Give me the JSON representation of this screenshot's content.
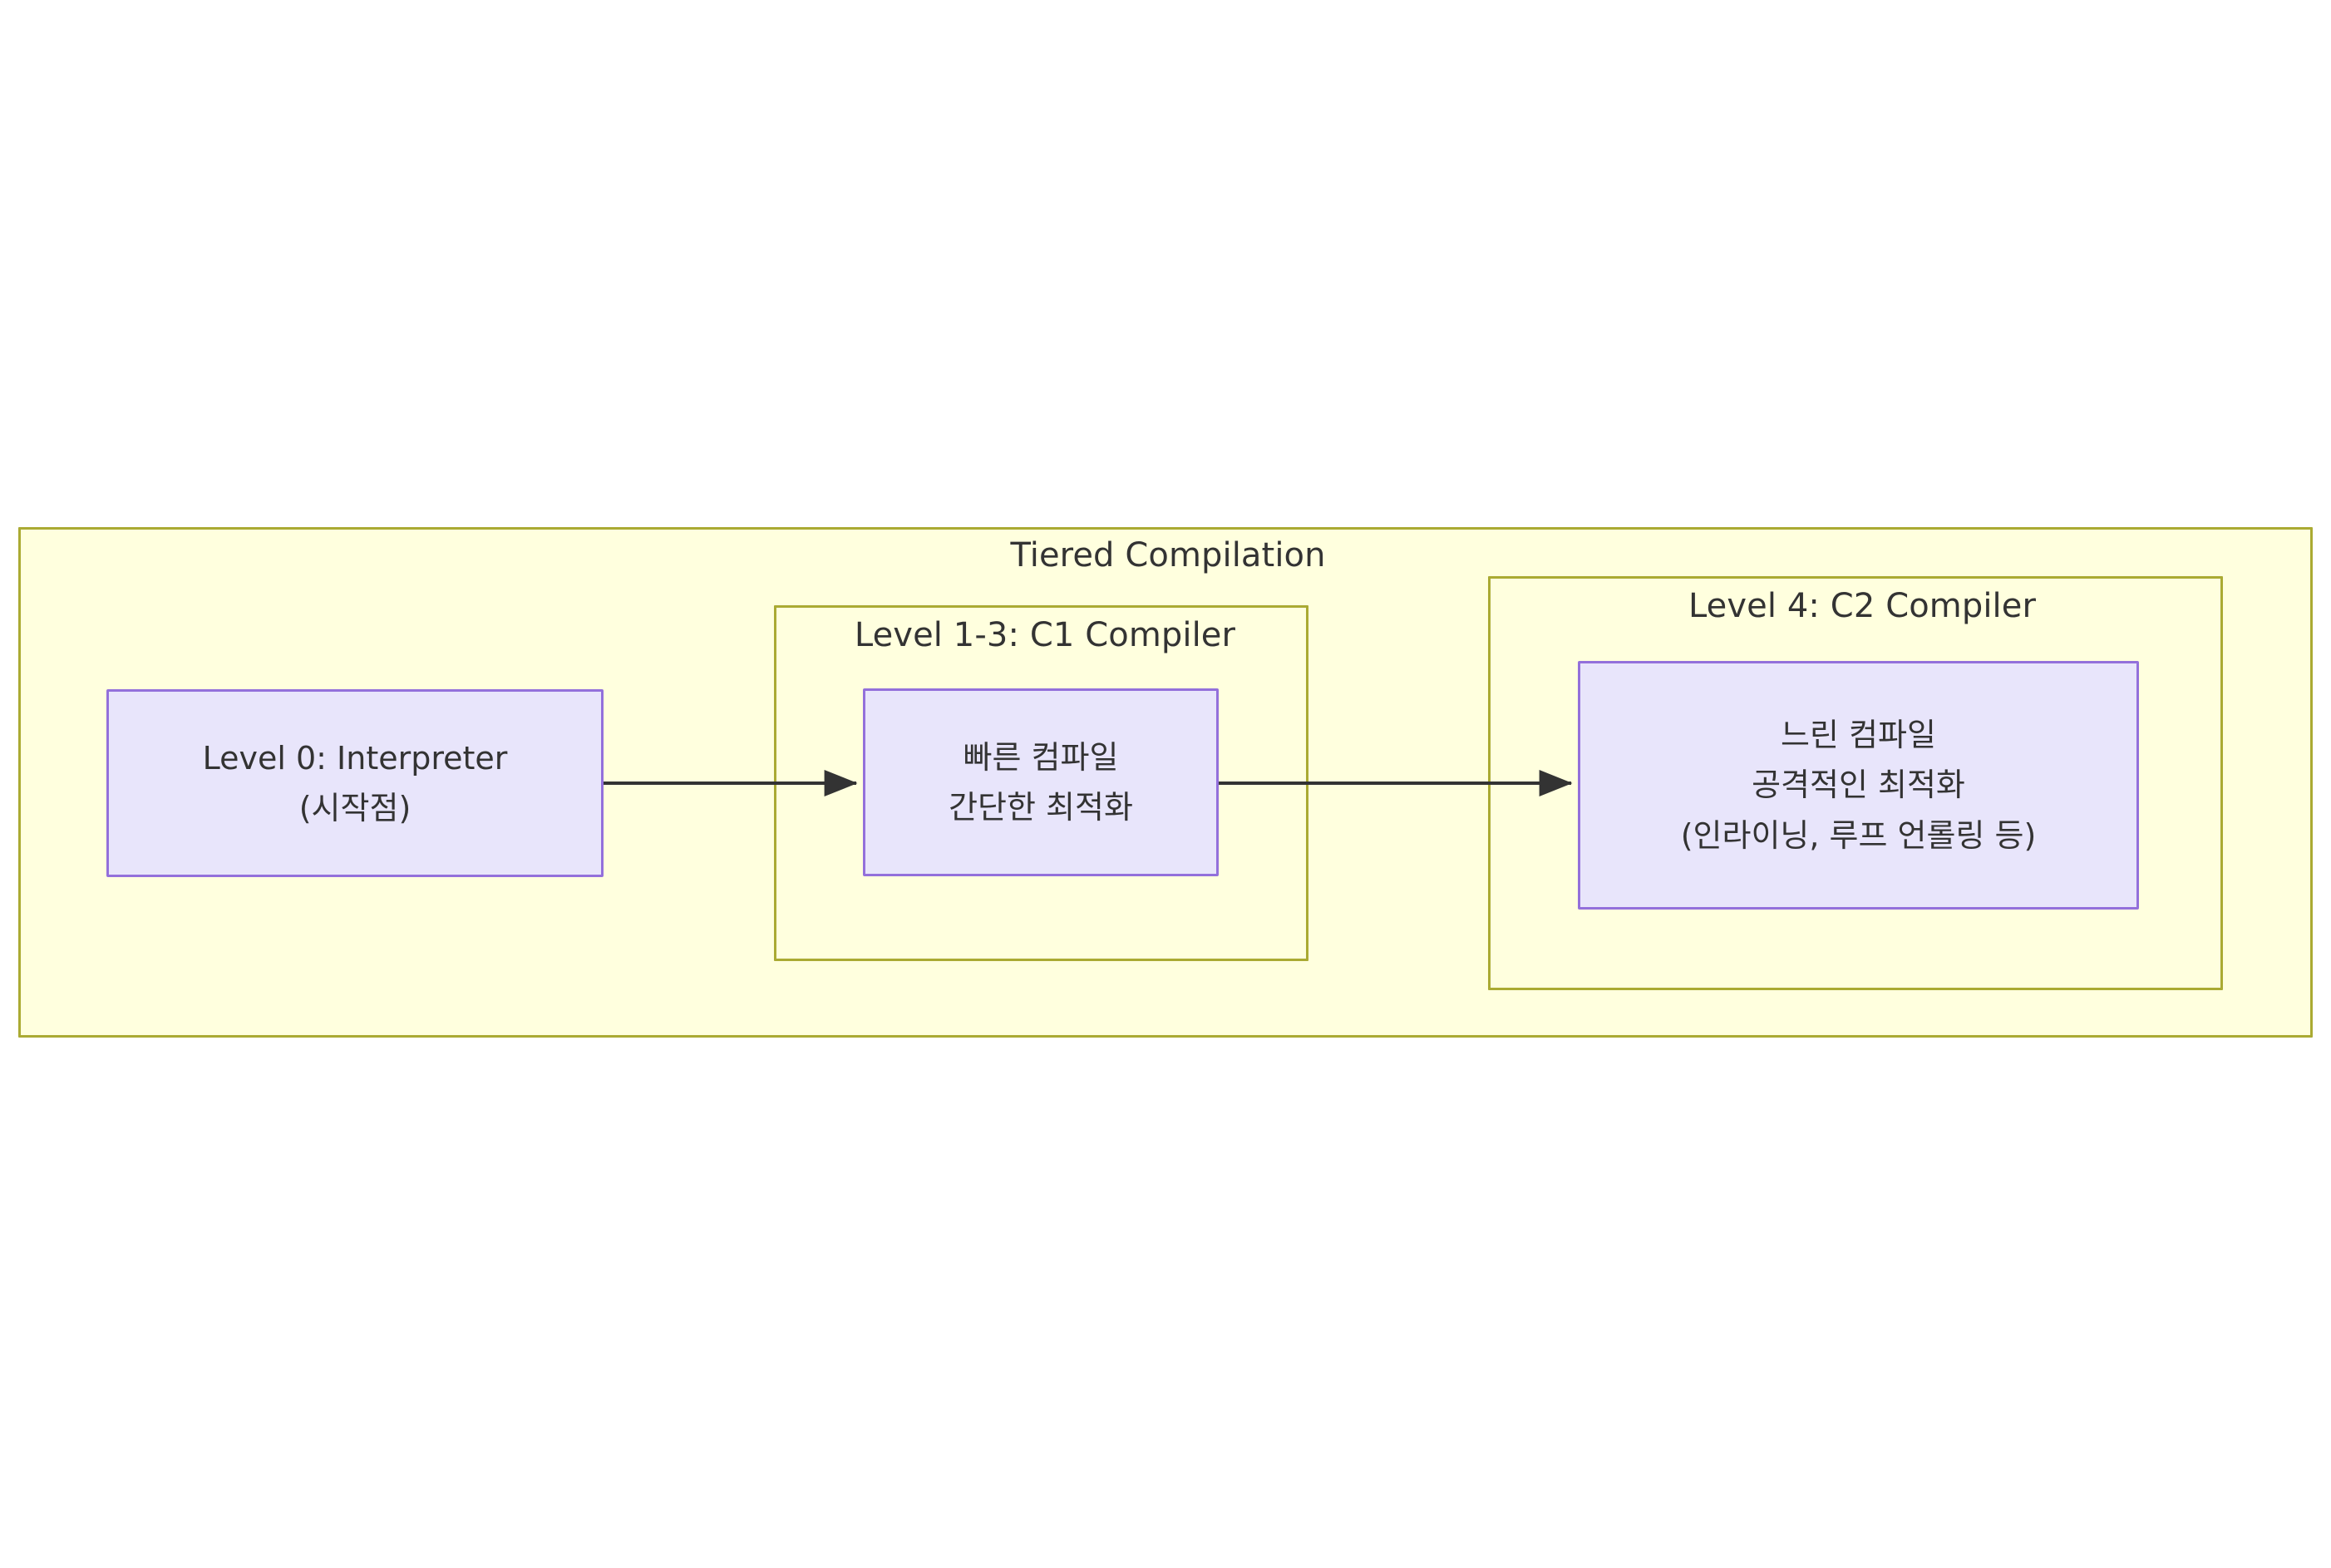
{
  "diagram": {
    "type": "flowchart",
    "direction": "left-to-right",
    "title": "Tiered Compilation",
    "colors": {
      "subgraph_fill": "#ffffde",
      "subgraph_border": "#aaaa33",
      "node_fill": "#e8e5fb",
      "node_border": "#9370db",
      "text": "#333333",
      "edge": "#333333",
      "background": "#ffffff"
    },
    "subgraphs": [
      {
        "id": "tiered-compilation",
        "label": "Tiered Compilation"
      },
      {
        "id": "c1-compiler",
        "label": "Level 1-3: C1 Compiler"
      },
      {
        "id": "c2-compiler",
        "label": "Level 4: C2 Compiler"
      }
    ],
    "nodes": [
      {
        "id": "level0",
        "lines": [
          "Level 0: Interpreter",
          "(시작점)"
        ],
        "parent": "tiered-compilation"
      },
      {
        "id": "c1",
        "lines": [
          "빠른 컴파일",
          "간단한 최적화"
        ],
        "parent": "c1-compiler"
      },
      {
        "id": "c2",
        "lines": [
          "느린 컴파일",
          "공격적인 최적화",
          "(인라이닝, 루프 언롤링 등)"
        ],
        "parent": "c2-compiler"
      }
    ],
    "edges": [
      {
        "id": "edge-level0-c1",
        "from": "level0",
        "to": "c1",
        "label": "",
        "arrowhead": "triangle"
      },
      {
        "id": "edge-c1-c2",
        "from": "c1",
        "to": "c2",
        "label": "",
        "arrowhead": "triangle"
      }
    ]
  }
}
